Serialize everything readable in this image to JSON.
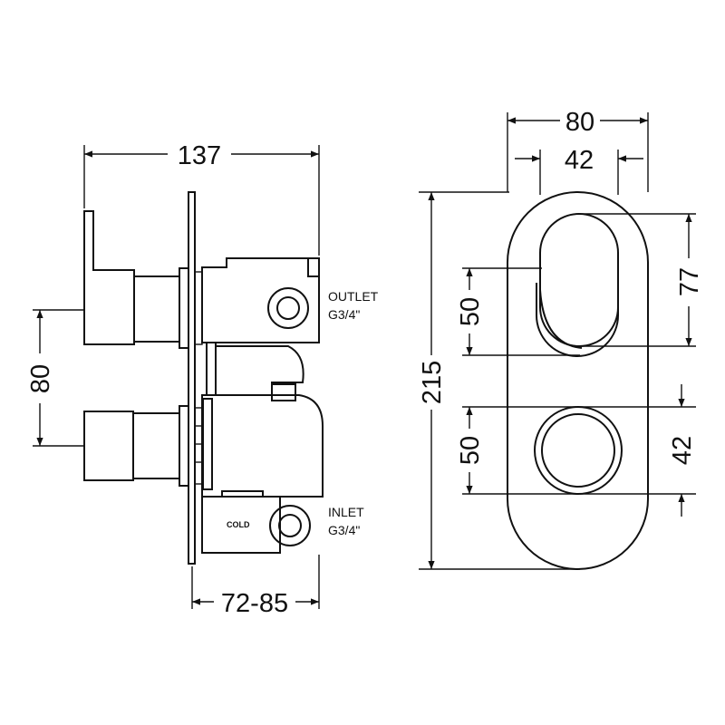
{
  "side_view": {
    "overall_width": "137",
    "height_between_handles": "80",
    "depth_range": "72-85",
    "outlet_label": "OUTLET",
    "outlet_thread": "G3/4\"",
    "inlet_label": "INLET",
    "inlet_thread": "G3/4\"",
    "cold_label": "COLD"
  },
  "front_view": {
    "plate_width": "80",
    "handle_width": "42",
    "plate_height": "215",
    "lever_height": "77",
    "lever_offset": "50",
    "knob_offset": "50",
    "knob_diameter": "42"
  },
  "colors": {
    "line": "#111111",
    "background": "#ffffff"
  }
}
